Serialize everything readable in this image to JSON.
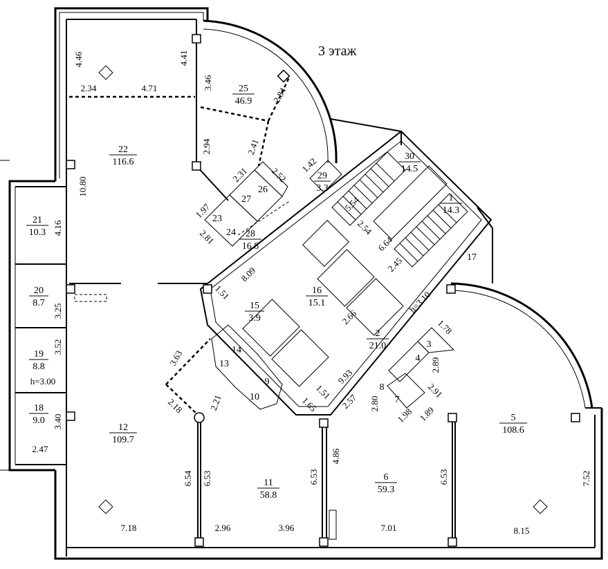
{
  "title": "3 этаж",
  "rooms": [
    {
      "id": "r22",
      "num": "22",
      "area": "116.6"
    },
    {
      "id": "r25",
      "num": "25",
      "area": "46.9"
    },
    {
      "id": "r21",
      "num": "21",
      "area": "10.3"
    },
    {
      "id": "r20",
      "num": "20",
      "area": "8.7"
    },
    {
      "id": "r19",
      "num": "19",
      "area": "8.8"
    },
    {
      "id": "r18",
      "num": "18",
      "area": "9.0"
    },
    {
      "id": "r12",
      "num": "12",
      "area": "109.7"
    },
    {
      "id": "r11",
      "num": "11",
      "area": "58.8"
    },
    {
      "id": "r6",
      "num": "6",
      "area": "59.3"
    },
    {
      "id": "r5",
      "num": "5",
      "area": "108.6"
    },
    {
      "id": "r30",
      "num": "30",
      "area": "14.5"
    },
    {
      "id": "r1",
      "num": "1",
      "area": "14.3"
    },
    {
      "id": "r29",
      "num": "29",
      "area": "3.3"
    },
    {
      "id": "r28",
      "num": "28",
      "area": "16.8"
    },
    {
      "id": "r16",
      "num": "16",
      "area": "15.1"
    },
    {
      "id": "r15",
      "num": "15",
      "area": "3.9"
    },
    {
      "id": "r2",
      "num": "2",
      "area": "21.0"
    }
  ],
  "small_rooms": [
    "26",
    "27",
    "23",
    "24",
    "14",
    "13",
    "9",
    "10",
    "3",
    "4",
    "8",
    "7",
    "17"
  ],
  "height_note": "h=3.00",
  "h_310": "h=3.10",
  "dimensions": [
    "4.46",
    "4.41",
    "2.34",
    "4.71",
    "3.46",
    "2.84",
    "2.94",
    "2.41",
    "10.80",
    "2.31",
    "2.52",
    "1.42",
    "1.97",
    "4.16",
    "2.81",
    "5.54",
    "2.54",
    "6.64",
    "2.45",
    "8.09",
    "1.51",
    "3.25",
    "3.52",
    "3.40",
    "2.47",
    "3.63",
    "2.18",
    "2.21",
    "2.66",
    "9.93",
    "1.51",
    "1.65",
    "2.57",
    "2.80",
    "1.98",
    "1.89",
    "2.91",
    "2.89",
    "1.78",
    "6.54",
    "6.53",
    "6.53",
    "4.86",
    "6.53",
    "7.52",
    "7.18",
    "2.96",
    "3.96",
    "7.01",
    "8.15"
  ]
}
